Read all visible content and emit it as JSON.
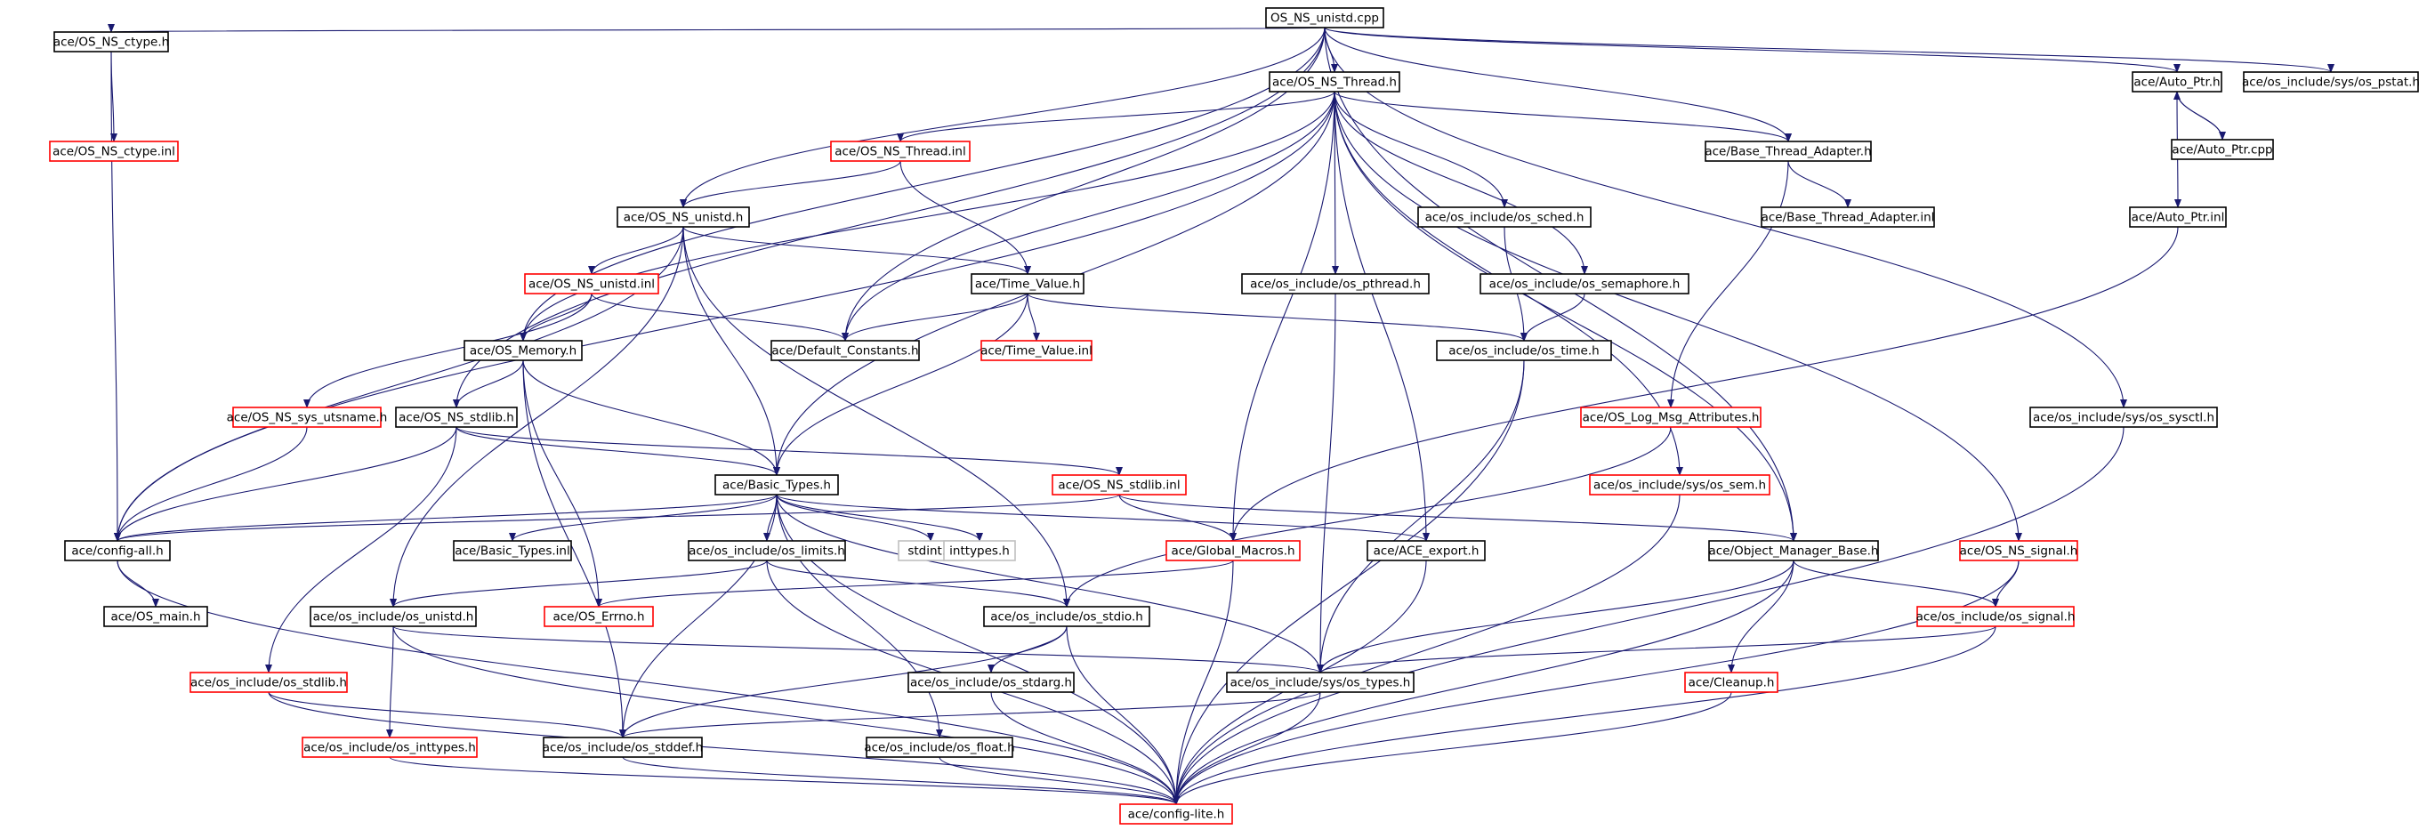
{
  "title": "OS_NS_unistd.cpp",
  "colors": {
    "edge": "#191970",
    "normal_border": "#000000",
    "warn_border": "#ff0000",
    "root_fill": "#bfbfbf",
    "external_border": "#bfbfbf"
  },
  "nodes": [
    {
      "id": "root",
      "label": "OS_NS_unistd.cpp",
      "style": "root"
    },
    {
      "id": "ctype_h",
      "label": "ace/OS_NS_ctype.h",
      "style": "normal"
    },
    {
      "id": "ctype_inl",
      "label": "ace/OS_NS_ctype.inl",
      "style": "warn"
    },
    {
      "id": "thread_h",
      "label": "ace/OS_NS_Thread.h",
      "style": "normal"
    },
    {
      "id": "autoptr_h",
      "label": "ace/Auto_Ptr.h",
      "style": "normal"
    },
    {
      "id": "pstat",
      "label": "ace/os_include/sys/os_pstat.h",
      "style": "normal"
    },
    {
      "id": "autoptr_cpp",
      "label": "ace/Auto_Ptr.cpp",
      "style": "normal"
    },
    {
      "id": "thread_inl",
      "label": "ace/OS_NS_Thread.inl",
      "style": "warn"
    },
    {
      "id": "bta_h",
      "label": "ace/Base_Thread_Adapter.h",
      "style": "normal"
    },
    {
      "id": "unistd_h",
      "label": "ace/OS_NS_unistd.h",
      "style": "normal"
    },
    {
      "id": "os_sched",
      "label": "ace/os_include/os_sched.h",
      "style": "normal"
    },
    {
      "id": "bta_inl",
      "label": "ace/Base_Thread_Adapter.inl",
      "style": "normal"
    },
    {
      "id": "autoptr_inl",
      "label": "ace/Auto_Ptr.inl",
      "style": "normal"
    },
    {
      "id": "unistd_inl",
      "label": "ace/OS_NS_unistd.inl",
      "style": "warn"
    },
    {
      "id": "tv_h",
      "label": "ace/Time_Value.h",
      "style": "normal"
    },
    {
      "id": "os_pthread",
      "label": "ace/os_include/os_pthread.h",
      "style": "normal"
    },
    {
      "id": "os_sem",
      "label": "ace/os_include/os_semaphore.h",
      "style": "normal"
    },
    {
      "id": "os_memory",
      "label": "ace/OS_Memory.h",
      "style": "normal"
    },
    {
      "id": "defconst",
      "label": "ace/Default_Constants.h",
      "style": "normal"
    },
    {
      "id": "tv_inl",
      "label": "ace/Time_Value.inl",
      "style": "warn"
    },
    {
      "id": "os_time",
      "label": "ace/os_include/os_time.h",
      "style": "normal"
    },
    {
      "id": "utsname",
      "label": "ace/OS_NS_sys_utsname.h",
      "style": "warn"
    },
    {
      "id": "stdlib_h",
      "label": "ace/OS_NS_stdlib.h",
      "style": "normal"
    },
    {
      "id": "logmsg",
      "label": "ace/OS_Log_Msg_Attributes.h",
      "style": "warn"
    },
    {
      "id": "sysctl",
      "label": "ace/os_include/sys/os_sysctl.h",
      "style": "normal"
    },
    {
      "id": "basic_types",
      "label": "ace/Basic_Types.h",
      "style": "normal"
    },
    {
      "id": "stdlib_inl",
      "label": "ace/OS_NS_stdlib.inl",
      "style": "warn"
    },
    {
      "id": "sys_sem",
      "label": "ace/os_include/sys/os_sem.h",
      "style": "warn"
    },
    {
      "id": "config_all",
      "label": "ace/config-all.h",
      "style": "normal"
    },
    {
      "id": "bt_inl",
      "label": "ace/Basic_Types.inl",
      "style": "normal"
    },
    {
      "id": "os_limits",
      "label": "ace/os_include/os_limits.h",
      "style": "normal"
    },
    {
      "id": "stdint",
      "label": "stdint.h",
      "style": "external"
    },
    {
      "id": "inttypes",
      "label": "inttypes.h",
      "style": "external"
    },
    {
      "id": "global_macros",
      "label": "ace/Global_Macros.h",
      "style": "warn"
    },
    {
      "id": "ace_export",
      "label": "ace/ACE_export.h",
      "style": "normal"
    },
    {
      "id": "omb",
      "label": "ace/Object_Manager_Base.h",
      "style": "normal"
    },
    {
      "id": "ns_signal",
      "label": "ace/OS_NS_signal.h",
      "style": "warn"
    },
    {
      "id": "os_main",
      "label": "ace/OS_main.h",
      "style": "normal"
    },
    {
      "id": "os_unistd",
      "label": "ace/os_include/os_unistd.h",
      "style": "normal"
    },
    {
      "id": "os_errno",
      "label": "ace/OS_Errno.h",
      "style": "warn"
    },
    {
      "id": "os_stdio",
      "label": "ace/os_include/os_stdio.h",
      "style": "normal"
    },
    {
      "id": "os_signal",
      "label": "ace/os_include/os_signal.h",
      "style": "warn"
    },
    {
      "id": "os_stdlib",
      "label": "ace/os_include/os_stdlib.h",
      "style": "warn"
    },
    {
      "id": "os_stdarg",
      "label": "ace/os_include/os_stdarg.h",
      "style": "normal"
    },
    {
      "id": "sys_types",
      "label": "ace/os_include/sys/os_types.h",
      "style": "normal"
    },
    {
      "id": "cleanup",
      "label": "ace/Cleanup.h",
      "style": "warn"
    },
    {
      "id": "os_inttypes",
      "label": "ace/os_include/os_inttypes.h",
      "style": "warn"
    },
    {
      "id": "os_stddef",
      "label": "ace/os_include/os_stddef.h",
      "style": "normal"
    },
    {
      "id": "os_float",
      "label": "ace/os_include/os_float.h",
      "style": "normal"
    },
    {
      "id": "config_lite",
      "label": "ace/config-lite.h",
      "style": "warn"
    }
  ],
  "edges": [
    [
      "root",
      "ctype_h"
    ],
    [
      "root",
      "thread_h"
    ],
    [
      "root",
      "autoptr_h"
    ],
    [
      "root",
      "pstat"
    ],
    [
      "root",
      "unistd_h"
    ],
    [
      "root",
      "os_memory"
    ],
    [
      "root",
      "defconst"
    ],
    [
      "root",
      "stdlib_h"
    ],
    [
      "root",
      "bta_h"
    ],
    [
      "root",
      "sysctl"
    ],
    [
      "root",
      "omb"
    ],
    [
      "ctype_h",
      "ctype_inl"
    ],
    [
      "ctype_h",
      "config_all"
    ],
    [
      "autoptr_h",
      "autoptr_cpp"
    ],
    [
      "autoptr_cpp",
      "autoptr_h"
    ],
    [
      "autoptr_h",
      "autoptr_inl"
    ],
    [
      "autoptr_inl",
      "global_macros"
    ],
    [
      "thread_h",
      "thread_inl"
    ],
    [
      "thread_h",
      "bta_h"
    ],
    [
      "thread_h",
      "os_sched"
    ],
    [
      "thread_h",
      "os_pthread"
    ],
    [
      "thread_h",
      "os_sem"
    ],
    [
      "thread_h",
      "defconst"
    ],
    [
      "thread_h",
      "os_memory"
    ],
    [
      "thread_h",
      "basic_types"
    ],
    [
      "thread_h",
      "config_all"
    ],
    [
      "thread_h",
      "global_macros"
    ],
    [
      "thread_h",
      "ace_export"
    ],
    [
      "thread_h",
      "omb"
    ],
    [
      "thread_h",
      "sys_sem"
    ],
    [
      "thread_h",
      "ns_signal"
    ],
    [
      "thread_inl",
      "unistd_h"
    ],
    [
      "thread_inl",
      "tv_h"
    ],
    [
      "bta_h",
      "bta_inl"
    ],
    [
      "bta_h",
      "logmsg"
    ],
    [
      "unistd_h",
      "unistd_inl"
    ],
    [
      "unistd_h",
      "tv_h"
    ],
    [
      "unistd_h",
      "basic_types"
    ],
    [
      "unistd_h",
      "os_unistd"
    ],
    [
      "unistd_h",
      "os_stdio"
    ],
    [
      "unistd_h",
      "config_all"
    ],
    [
      "unistd_inl",
      "os_memory"
    ],
    [
      "unistd_inl",
      "defconst"
    ],
    [
      "unistd_inl",
      "utsname"
    ],
    [
      "tv_h",
      "defconst"
    ],
    [
      "tv_h",
      "tv_inl"
    ],
    [
      "tv_h",
      "os_time"
    ],
    [
      "tv_h",
      "basic_types"
    ],
    [
      "os_sched",
      "os_time"
    ],
    [
      "os_sem",
      "os_time"
    ],
    [
      "os_pthread",
      "sys_types"
    ],
    [
      "os_time",
      "sys_types"
    ],
    [
      "os_time",
      "config_lite"
    ],
    [
      "os_memory",
      "stdlib_h"
    ],
    [
      "os_memory",
      "basic_types"
    ],
    [
      "os_memory",
      "os_errno"
    ],
    [
      "os_memory",
      "os_stddef"
    ],
    [
      "utsname",
      "config_all"
    ],
    [
      "stdlib_h",
      "stdlib_inl"
    ],
    [
      "stdlib_h",
      "basic_types"
    ],
    [
      "stdlib_h",
      "config_all"
    ],
    [
      "stdlib_h",
      "os_stdlib"
    ],
    [
      "stdlib_inl",
      "global_macros"
    ],
    [
      "stdlib_inl",
      "omb"
    ],
    [
      "stdlib_inl",
      "config_all"
    ],
    [
      "logmsg",
      "os_stdio"
    ],
    [
      "sysctl",
      "config_lite"
    ],
    [
      "basic_types",
      "bt_inl"
    ],
    [
      "basic_types",
      "os_limits"
    ],
    [
      "basic_types",
      "stdint"
    ],
    [
      "basic_types",
      "inttypes"
    ],
    [
      "basic_types",
      "config_all"
    ],
    [
      "basic_types",
      "ace_export"
    ],
    [
      "basic_types",
      "sys_types"
    ],
    [
      "basic_types",
      "os_stddef"
    ],
    [
      "basic_types",
      "os_float"
    ],
    [
      "basic_types",
      "config_lite"
    ],
    [
      "sys_sem",
      "config_lite"
    ],
    [
      "config_all",
      "os_main"
    ],
    [
      "config_all",
      "config_lite"
    ],
    [
      "os_limits",
      "os_unistd"
    ],
    [
      "os_limits",
      "os_stdio"
    ],
    [
      "os_limits",
      "config_lite"
    ],
    [
      "global_macros",
      "os_errno"
    ],
    [
      "global_macros",
      "config_lite"
    ],
    [
      "ace_export",
      "config_lite"
    ],
    [
      "omb",
      "os_signal"
    ],
    [
      "omb",
      "cleanup"
    ],
    [
      "omb",
      "sys_types"
    ],
    [
      "omb",
      "config_lite"
    ],
    [
      "ns_signal",
      "os_signal"
    ],
    [
      "ns_signal",
      "config_lite"
    ],
    [
      "os_unistd",
      "sys_types"
    ],
    [
      "os_unistd",
      "os_inttypes"
    ],
    [
      "os_unistd",
      "config_lite"
    ],
    [
      "os_stdio",
      "os_stdarg"
    ],
    [
      "os_stdio",
      "os_stddef"
    ],
    [
      "os_stdio",
      "config_lite"
    ],
    [
      "os_signal",
      "sys_types"
    ],
    [
      "os_signal",
      "config_lite"
    ],
    [
      "os_stdlib",
      "os_stddef"
    ],
    [
      "os_stdlib",
      "config_lite"
    ],
    [
      "os_stdarg",
      "config_lite"
    ],
    [
      "sys_types",
      "os_stddef"
    ],
    [
      "sys_types",
      "config_lite"
    ],
    [
      "cleanup",
      "config_lite"
    ],
    [
      "os_inttypes",
      "config_lite"
    ],
    [
      "os_stddef",
      "config_lite"
    ],
    [
      "os_float",
      "config_lite"
    ]
  ]
}
